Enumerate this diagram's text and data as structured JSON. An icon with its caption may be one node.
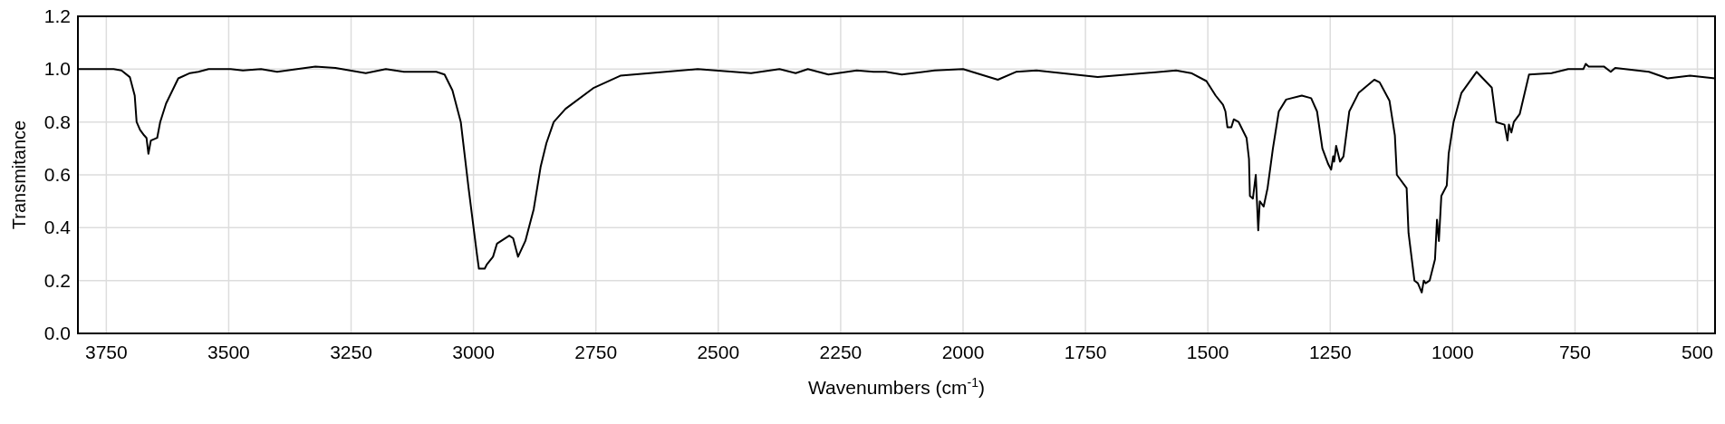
{
  "diagram": {
    "chart_data": {
      "type": "line",
      "xlabel": "Wavenumbers (cm$^{-1}$)",
      "ylabel": "Transmitance",
      "grid": true,
      "xlim": [
        3808,
        464
      ],
      "ylim": [
        0,
        1.2
      ],
      "xticks": [
        3750,
        3500,
        3250,
        3000,
        2750,
        2500,
        2250,
        2000,
        1750,
        1500,
        1250,
        1000,
        750,
        500
      ],
      "yticks": [
        {
          "value": 0,
          "label": "0.0"
        },
        {
          "value": 0.2,
          "label": "0.2"
        },
        {
          "value": 0.4,
          "label": "0.4"
        },
        {
          "value": 0.6,
          "label": "0.6"
        },
        {
          "value": 0.8,
          "label": "0.8"
        },
        {
          "value": 1,
          "label": "1.0"
        },
        {
          "value": 1.2,
          "label": "1.2"
        }
      ],
      "x": [
        3808,
        3735,
        3719,
        3702,
        3692,
        3688,
        3681,
        3673,
        3668,
        3664,
        3659,
        3646,
        3640,
        3628,
        3603,
        3579,
        3562,
        3541,
        3496,
        3471,
        3434,
        3401,
        3323,
        3282,
        3220,
        3179,
        3142,
        3076,
        3059,
        3043,
        3026,
        3010,
        2993,
        2989,
        2977,
        2973,
        2960,
        2952,
        2927,
        2919,
        2909,
        2894,
        2877,
        2869,
        2863,
        2851,
        2836,
        2812,
        2754,
        2700,
        2542,
        2433,
        2375,
        2342,
        2317,
        2275,
        2217,
        2183,
        2158,
        2125,
        2058,
        2000,
        1929,
        1892,
        1850,
        1725,
        1565,
        1534,
        1503,
        1484,
        1469,
        1464,
        1460,
        1452,
        1447,
        1437,
        1421,
        1416,
        1414,
        1408,
        1402,
        1397,
        1394,
        1386,
        1378,
        1367,
        1355,
        1340,
        1308,
        1289,
        1277,
        1266,
        1254,
        1248,
        1244,
        1242,
        1238,
        1230,
        1223,
        1211,
        1192,
        1160,
        1149,
        1129,
        1118,
        1114,
        1094,
        1090,
        1078,
        1071,
        1063,
        1059,
        1055,
        1047,
        1036,
        1032,
        1028,
        1023,
        1012,
        1008,
        998,
        982,
        951,
        920,
        911,
        894,
        888,
        885,
        880,
        875,
        863,
        844,
        798,
        764,
        733,
        728,
        722,
        691,
        677,
        668,
        599,
        561,
        515,
        464
      ],
      "series": [
        {
          "color": "#000000",
          "values": [
            1.0,
            1.0,
            0.995,
            0.97,
            0.9,
            0.8,
            0.77,
            0.75,
            0.74,
            0.68,
            0.73,
            0.74,
            0.8,
            0.87,
            0.965,
            0.985,
            0.99,
            1.0,
            1.0,
            0.995,
            1.0,
            0.99,
            1.01,
            1.005,
            0.985,
            1.0,
            0.99,
            0.99,
            0.98,
            0.92,
            0.8,
            0.55,
            0.3,
            0.245,
            0.245,
            0.26,
            0.29,
            0.34,
            0.37,
            0.36,
            0.29,
            0.35,
            0.47,
            0.56,
            0.63,
            0.72,
            0.8,
            0.85,
            0.93,
            0.975,
            1.0,
            0.985,
            1.0,
            0.985,
            1.0,
            0.98,
            0.995,
            0.99,
            0.99,
            0.98,
            0.995,
            1.0,
            0.96,
            0.99,
            0.995,
            0.97,
            0.995,
            0.985,
            0.955,
            0.9,
            0.865,
            0.84,
            0.78,
            0.78,
            0.81,
            0.8,
            0.74,
            0.66,
            0.52,
            0.51,
            0.6,
            0.39,
            0.5,
            0.48,
            0.55,
            0.7,
            0.84,
            0.885,
            0.9,
            0.89,
            0.84,
            0.7,
            0.64,
            0.62,
            0.67,
            0.65,
            0.71,
            0.65,
            0.67,
            0.84,
            0.91,
            0.96,
            0.95,
            0.88,
            0.75,
            0.6,
            0.55,
            0.38,
            0.2,
            0.19,
            0.155,
            0.2,
            0.19,
            0.2,
            0.28,
            0.43,
            0.35,
            0.52,
            0.56,
            0.68,
            0.8,
            0.91,
            0.99,
            0.93,
            0.8,
            0.79,
            0.73,
            0.79,
            0.76,
            0.8,
            0.83,
            0.98,
            0.985,
            1.0,
            1.0,
            1.02,
            1.01,
            1.01,
            0.99,
            1.005,
            0.99,
            0.965,
            0.975,
            0.965
          ]
        }
      ]
    }
  }
}
